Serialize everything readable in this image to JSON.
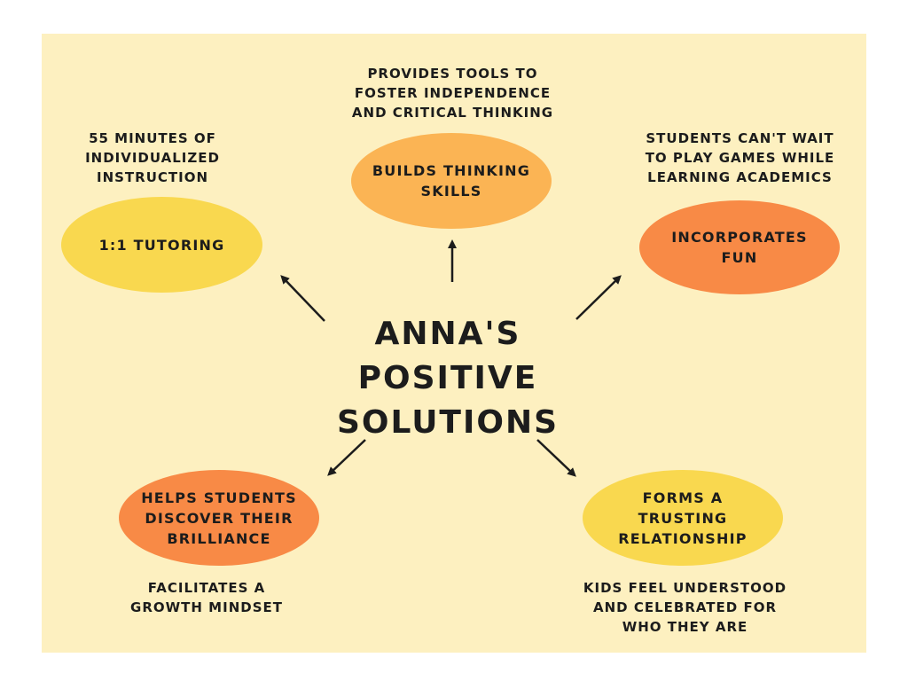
{
  "center": {
    "line1": "Anna's",
    "line2": "Positive",
    "line3": "Solutions"
  },
  "nodes": [
    {
      "label": "1:1 Tutoring",
      "caption": "55 minutes of individualized instruction",
      "color": "#f9d84f"
    },
    {
      "label": "Builds thinking skills",
      "caption": "Provides tools to foster independence and critical thinking",
      "color": "#fbb454"
    },
    {
      "label": "Incorporates fun",
      "caption": "Students can't wait to play games while learning academics",
      "color": "#f88a46"
    },
    {
      "label": "Helps students discover their brilliance",
      "caption": "Facilitates a growth mindset",
      "color": "#f88a46"
    },
    {
      "label": "Forms a trusting relationship",
      "caption": "Kids feel understood and celebrated for who they are",
      "color": "#f9d84f"
    }
  ],
  "colors": {
    "background": "#fdf0c0",
    "text": "#1c1c1c",
    "arrow": "#1c1c1c"
  }
}
